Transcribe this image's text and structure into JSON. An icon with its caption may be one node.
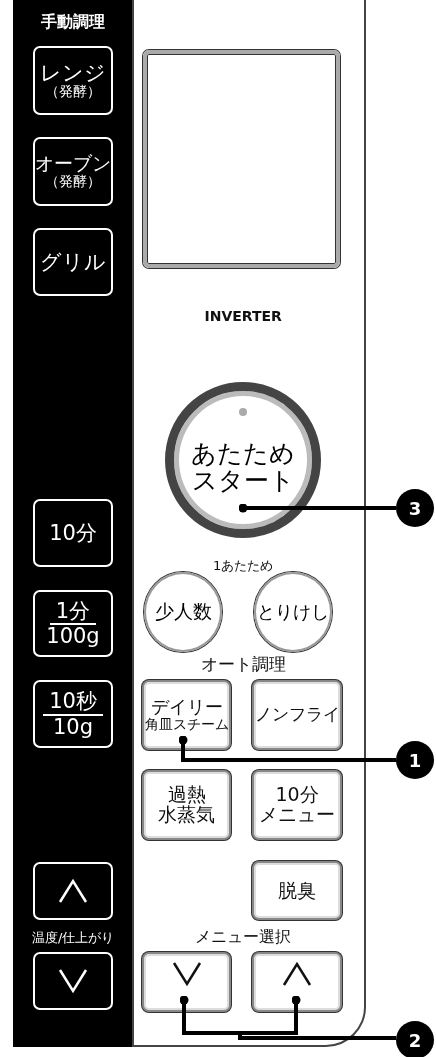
{
  "diagram": {
    "nodes": [
      {
        "text": [
          "レンジ",
          "（発酵）"
        ]
      },
      {
        "text": [
          "オーブン",
          "（発酵）"
        ]
      },
      {
        "text": [
          "グリル"
        ]
      },
      {
        "text": [
          "あたためスタート"
        ]
      },
      {
        "text": [
          "10分"
        ]
      },
      {
        "text": [
          "1分",
          "100g"
        ]
      },
      {
        "text": [
          "少人数"
        ]
      },
      {
        "text": [
          "とりけし"
        ]
      },
      {
        "text": [
          "10秒",
          "10g"
        ]
      },
      {
        "text": [
          "デイリー",
          "角皿スチーム"
        ]
      },
      {
        "text": [
          "ノンフライ"
        ]
      },
      {
        "text": [
          "過熱水蒸気"
        ]
      },
      {
        "text": [
          "10分メニュー"
        ]
      },
      {
        "text": [],
        "shape": "box"
      },
      {
        "text": [
          "脱臭"
        ]
      },
      {
        "text": [],
        "shape": "box"
      },
      {
        "text": [],
        "shape": "box"
      },
      {
        "text": [],
        "shape": "box"
      },
      {
        "text": [
          "3"
        ]
      },
      {
        "text": [
          "1"
        ]
      },
      {
        "text": [
          "2"
        ]
      },
      {
        "text": [],
        "shape": "box"
      }
    ],
    "edges": [
      {
        "from": 18,
        "to": 3,
        "arrow": "other"
      },
      {
        "from": 19,
        "to": 9,
        "arrow": "other"
      },
      {
        "from": 20,
        "to": 16,
        "arrow": "other"
      },
      {
        "from": 20,
        "to": 17,
        "arrow": "other"
      }
    ],
    "labels": [
      "手動調理",
      "INVERTER",
      "1あたため",
      "オート調理",
      "温度/仕上がり",
      "メニュー選択"
    ]
  }
}
